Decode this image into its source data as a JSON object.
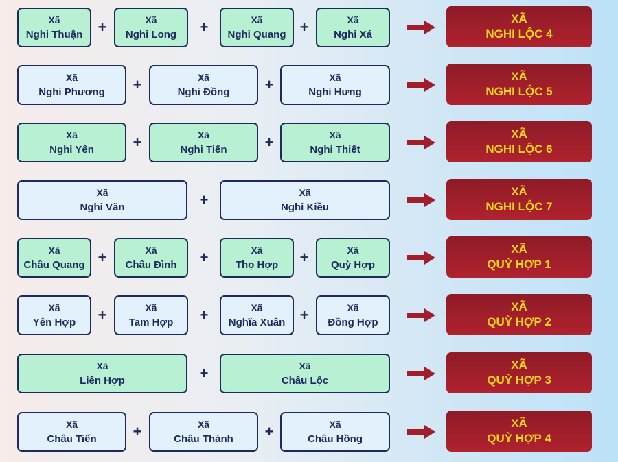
{
  "prefix": "Xã",
  "result_prefix": "XÃ",
  "rows": [
    {
      "sources": [
        "Nghi Thuận",
        "Nghi Long",
        "Nghi Quang",
        "Nghi Xá"
      ],
      "result": "NGHI LỘC 4"
    },
    {
      "sources": [
        "Nghi Phương",
        "Nghi Đồng",
        "Nghi Hưng"
      ],
      "result": "NGHI LỘC 5"
    },
    {
      "sources": [
        "Nghi Yên",
        "Nghi Tiến",
        "Nghi Thiết"
      ],
      "result": "NGHI LỘC 6"
    },
    {
      "sources": [
        "Nghi Văn",
        "Nghi Kiều"
      ],
      "result": "NGHI LỘC 7"
    },
    {
      "sources": [
        "Châu Quang",
        "Châu Đình",
        "Thọ Hợp",
        "Quỳ Hợp"
      ],
      "result": "QUỲ HỢP 1"
    },
    {
      "sources": [
        "Yên Hợp",
        "Tam Hợp",
        "Nghĩa Xuân",
        "Đồng Hợp"
      ],
      "result": "QUỲ HỢP 2"
    },
    {
      "sources": [
        "Liên Hợp",
        "Châu Lộc"
      ],
      "result": "QUỲ HỢP 3"
    },
    {
      "sources": [
        "Châu Tiến",
        "Châu Thành",
        "Châu Hồng"
      ],
      "result": "QUỲ HỢP 4"
    }
  ],
  "colors": {
    "green_box": "#b8f0d4",
    "light_box": "#e3f1fd",
    "border": "#1d2a5c",
    "result_bg": "#a01f2b",
    "result_text": "#ffd51a",
    "arrow": "#a01f2b"
  }
}
